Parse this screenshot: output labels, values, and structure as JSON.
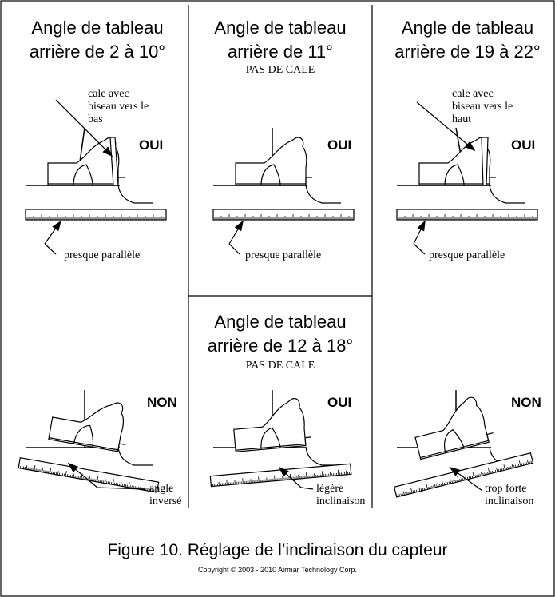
{
  "panels": [
    {
      "title_l1": "Angle de tableau",
      "title_l2": "arrière de 2 à 10°",
      "subtitle": "",
      "shim": "cale avec\nbiseau vers le\nbas",
      "answer": "OUI",
      "ruler": "presque parallèle"
    },
    {
      "title_l1": "Angle de tableau",
      "title_l2": "arrière de 11°",
      "subtitle": "PAS DE CALE",
      "shim": "",
      "answer": "OUI",
      "ruler": "presque parallèle"
    },
    {
      "title_l1": "Angle de tableau",
      "title_l2": "arrière de 19 à 22°",
      "subtitle": "",
      "shim": "cale avec\nbiseau vers le\nhaut",
      "answer": "OUI",
      "ruler": "presque parallèle"
    },
    {
      "title_l1": "",
      "title_l2": "",
      "subtitle": "",
      "shim": "",
      "answer": "NON",
      "ruler": "angle\ninversé"
    },
    {
      "title_l1": "Angle de tableau",
      "title_l2": "arrière de 12 à 18°",
      "subtitle": "PAS DE CALE",
      "shim": "",
      "answer": "OUI",
      "ruler": "légère\ninclinaison"
    },
    {
      "title_l1": "",
      "title_l2": "",
      "subtitle": "",
      "shim": "",
      "answer": "NON",
      "ruler": "trop forte\ninclinaison"
    }
  ],
  "caption": "Figure 10. Réglage de l’inclinaison du capteur",
  "copyright": "Copyright © 2003 - 2010 Airmar Technology Corp."
}
